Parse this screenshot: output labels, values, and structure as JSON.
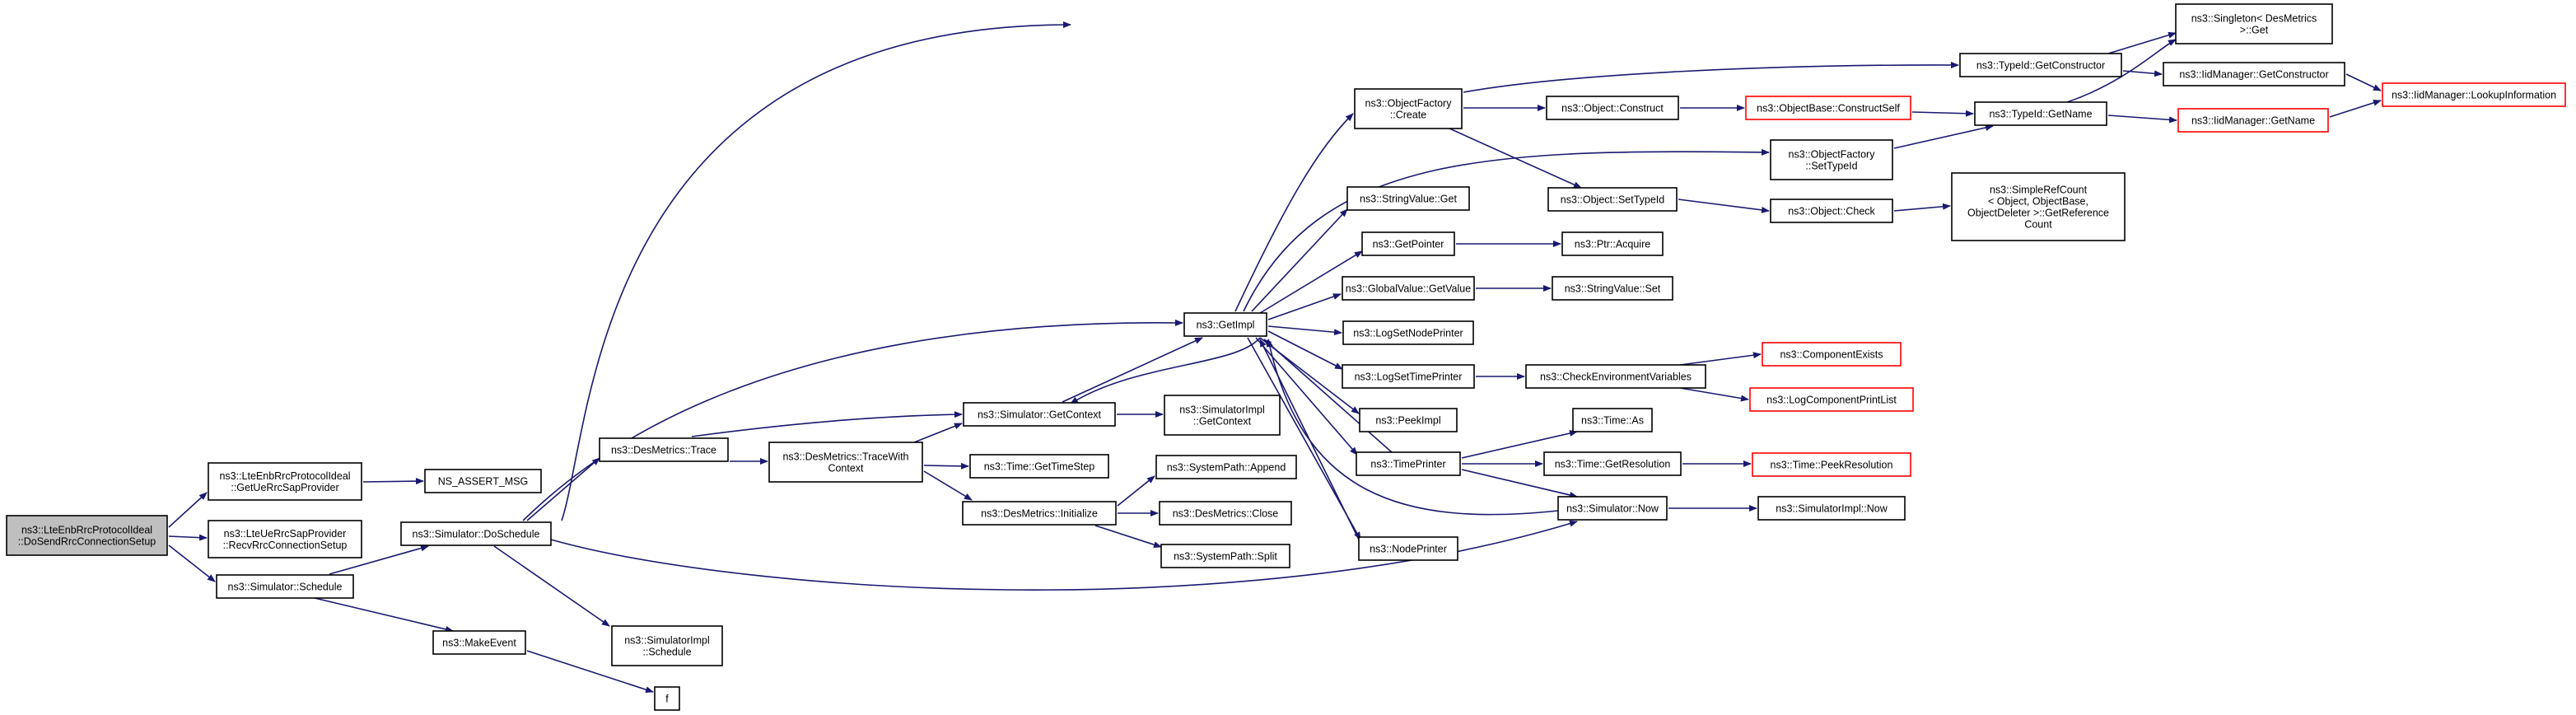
{
  "graph": {
    "edge_color": "#191970",
    "truncated_border_color": "#ff0000",
    "root_fill": "#bfbfbf",
    "nodes": [
      {
        "id": "root",
        "lines": [
          "ns3::LteEnbRrcProtocolIdeal",
          "::DoSendRrcConnectionSetup"
        ],
        "root": true
      },
      {
        "id": "getUeRrcSap",
        "lines": [
          "ns3::LteEnbRrcProtocolIdeal",
          "::GetUeRrcSapProvider"
        ]
      },
      {
        "id": "recvRrc",
        "lines": [
          "ns3::LteUeRrcSapProvider",
          "::RecvRrcConnectionSetup"
        ]
      },
      {
        "id": "schedule",
        "lines": [
          "ns3::Simulator::Schedule"
        ]
      },
      {
        "id": "nsAssert",
        "lines": [
          "NS_ASSERT_MSG"
        ]
      },
      {
        "id": "doSchedule",
        "lines": [
          "ns3::Simulator::DoSchedule"
        ]
      },
      {
        "id": "makeEvent",
        "lines": [
          "ns3::MakeEvent"
        ]
      },
      {
        "id": "desTrace",
        "lines": [
          "ns3::DesMetrics::Trace"
        ]
      },
      {
        "id": "simImplSchedule",
        "lines": [
          "ns3::SimulatorImpl",
          "::Schedule"
        ]
      },
      {
        "id": "f",
        "lines": [
          "f"
        ]
      },
      {
        "id": "traceWithContext",
        "lines": [
          "ns3::DesMetrics::TraceWith",
          "Context"
        ]
      },
      {
        "id": "getContext",
        "lines": [
          "ns3::Simulator::GetContext"
        ]
      },
      {
        "id": "getTimeStep",
        "lines": [
          "ns3::Time::GetTimeStep"
        ]
      },
      {
        "id": "desInit",
        "lines": [
          "ns3::DesMetrics::Initialize"
        ]
      },
      {
        "id": "simImplGetContext",
        "lines": [
          "ns3::SimulatorImpl",
          "::GetContext"
        ]
      },
      {
        "id": "sysPathAppend",
        "lines": [
          "ns3::SystemPath::Append"
        ]
      },
      {
        "id": "desClose",
        "lines": [
          "ns3::DesMetrics::Close"
        ]
      },
      {
        "id": "sysPathSplit",
        "lines": [
          "ns3::SystemPath::Split"
        ]
      },
      {
        "id": "getImpl",
        "lines": [
          "ns3::GetImpl"
        ]
      },
      {
        "id": "objFactoryCreate",
        "lines": [
          "ns3::ObjectFactory",
          "::Create"
        ]
      },
      {
        "id": "stringValueGet",
        "lines": [
          "ns3::StringValue::Get"
        ]
      },
      {
        "id": "getPointer",
        "lines": [
          "ns3::GetPointer"
        ]
      },
      {
        "id": "globalValueGetValue",
        "lines": [
          "ns3::GlobalValue::GetValue"
        ]
      },
      {
        "id": "logSetNodePrinter",
        "lines": [
          "ns3::LogSetNodePrinter"
        ]
      },
      {
        "id": "logSetTimePrinter",
        "lines": [
          "ns3::LogSetTimePrinter"
        ]
      },
      {
        "id": "peekImpl",
        "lines": [
          "ns3::PeekImpl"
        ]
      },
      {
        "id": "timePrinter",
        "lines": [
          "ns3::TimePrinter"
        ]
      },
      {
        "id": "nodePrinter",
        "lines": [
          "ns3::NodePrinter"
        ]
      },
      {
        "id": "objectConstruct",
        "lines": [
          "ns3::Object::Construct"
        ]
      },
      {
        "id": "objectSetTypeId",
        "lines": [
          "ns3::Object::SetTypeId"
        ]
      },
      {
        "id": "ptrAcquire",
        "lines": [
          "ns3::Ptr::Acquire"
        ]
      },
      {
        "id": "stringValueSet",
        "lines": [
          "ns3::StringValue::Set"
        ]
      },
      {
        "id": "checkEnvVars",
        "lines": [
          "ns3::CheckEnvironmentVariables"
        ]
      },
      {
        "id": "timeAs",
        "lines": [
          "ns3::Time::As"
        ]
      },
      {
        "id": "timeGetResolution",
        "lines": [
          "ns3::Time::GetResolution"
        ]
      },
      {
        "id": "simNow",
        "lines": [
          "ns3::Simulator::Now"
        ]
      },
      {
        "id": "typeIdGetConstructor",
        "lines": [
          "ns3::TypeId::GetConstructor"
        ]
      },
      {
        "id": "objectBaseConstructSelf",
        "lines": [
          "ns3::ObjectBase::ConstructSelf"
        ],
        "truncated": true
      },
      {
        "id": "objFactorySetTypeId",
        "lines": [
          "ns3::ObjectFactory",
          "::SetTypeId"
        ]
      },
      {
        "id": "objectCheck",
        "lines": [
          "ns3::Object::Check"
        ]
      },
      {
        "id": "componentExists",
        "lines": [
          "ns3::ComponentExists"
        ],
        "truncated": true
      },
      {
        "id": "logComponentPrintList",
        "lines": [
          "ns3::LogComponentPrintList"
        ],
        "truncated": true
      },
      {
        "id": "timePeekResolution",
        "lines": [
          "ns3::Time::PeekResolution"
        ],
        "truncated": true
      },
      {
        "id": "simImplNow",
        "lines": [
          "ns3::SimulatorImpl::Now"
        ]
      },
      {
        "id": "singletonGet",
        "lines": [
          "ns3::Singleton< DesMetrics",
          " >::Get"
        ]
      },
      {
        "id": "iidGetConstructor",
        "lines": [
          "ns3::IidManager::GetConstructor"
        ]
      },
      {
        "id": "typeIdGetName",
        "lines": [
          "ns3::TypeId::GetName"
        ]
      },
      {
        "id": "iidGetName",
        "lines": [
          "ns3::IidManager::GetName"
        ],
        "truncated": true
      },
      {
        "id": "simpleRefCount",
        "lines": [
          "ns3::SimpleRefCount",
          "< Object, ObjectBase,",
          " ObjectDeleter >::GetReference",
          "Count"
        ]
      },
      {
        "id": "iidLookup",
        "lines": [
          "ns3::IidManager::LookupInformation"
        ],
        "truncated": true
      }
    ]
  }
}
